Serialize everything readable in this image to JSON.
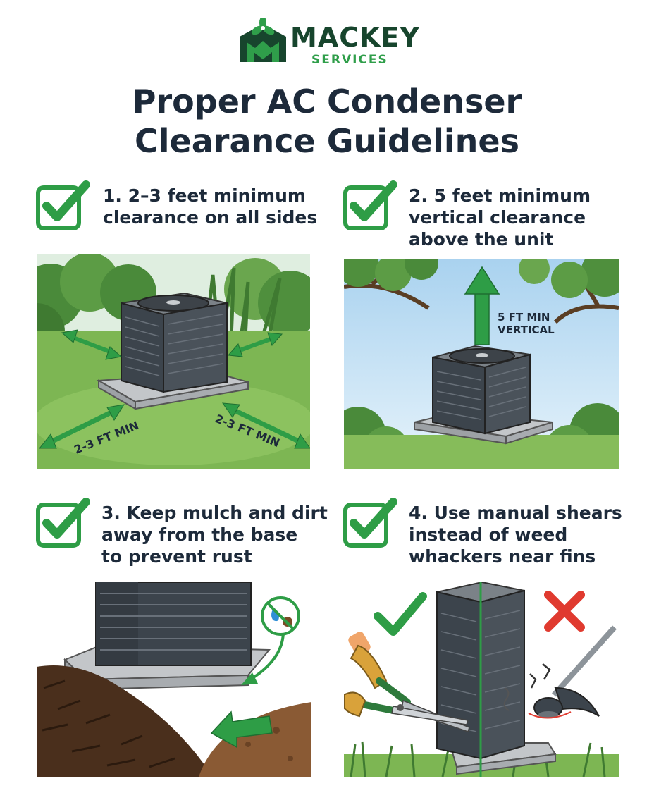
{
  "brand": {
    "name": "MACKEY",
    "tagline": "SERVICES",
    "logo_icon": "fan-house-icon",
    "colors": {
      "dark_green": "#17452d",
      "accent_green": "#2f9e4a",
      "check_green": "#2e9d46",
      "cross_red": "#e03a2f"
    }
  },
  "title": {
    "line1": "Proper AC Condenser",
    "line2": "Clearance Guidelines"
  },
  "tips": [
    {
      "lines": [
        "1. 2–3 feet minimum",
        "clearance on all sides"
      ],
      "icon": "checkbox-check-icon"
    },
    {
      "lines": [
        "2. 5 feet minimum",
        "vertical clearance",
        "above the unit"
      ],
      "icon": "checkbox-check-icon"
    },
    {
      "lines": [
        "3. Keep mulch and dirt",
        "away from the base",
        "to prevent rust"
      ],
      "icon": "checkbox-check-icon"
    },
    {
      "lines": [
        "4. Use manual shears",
        "instead of weed",
        "whackers near fins"
      ],
      "icon": "checkbox-check-icon"
    }
  ],
  "panels": {
    "side_clearance": {
      "arrow_label_left": "2-3 FT MIN",
      "arrow_label_right": "2-3 FT MIN"
    },
    "vertical_clearance": {
      "label_line1": "5 FT MIN",
      "label_line2": "VERTICAL"
    },
    "mulch": {
      "icon": "no-water-no-dirt-icon"
    },
    "trimming": {
      "good_icon": "check-icon",
      "bad_icon": "cross-icon"
    }
  }
}
